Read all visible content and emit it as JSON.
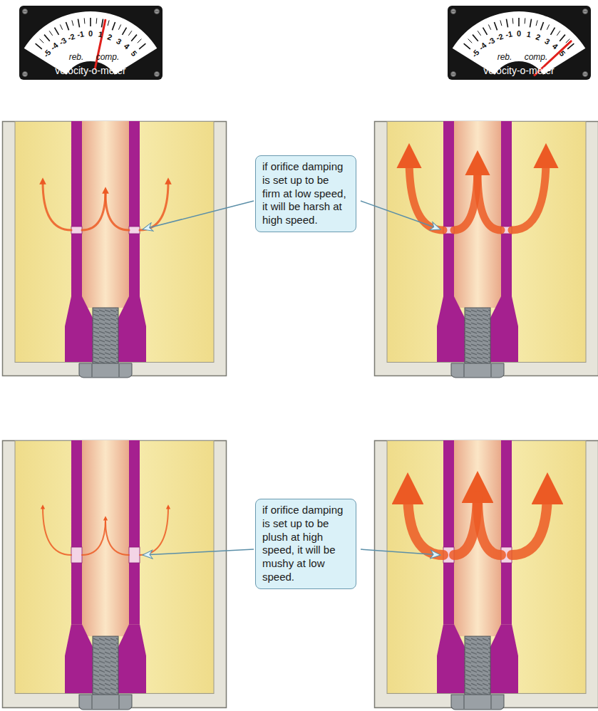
{
  "diagram": {
    "nodes": [
      {
        "text": [
          "reb.",
          "comp.",
          "velocity-o-meter"
        ]
      },
      {
        "text": [
          "reb.",
          "comp.",
          "velocity-o-meter"
        ]
      },
      {
        "text": [
          "if orifice damping is set up to be firm at low speed, it will be harsh at high speed."
        ]
      },
      {
        "text": [
          "if orifice damping is set up to be plush at high speed, it will be mushy at low speed."
        ]
      }
    ],
    "labels": [
      "-5",
      "-4",
      "-3",
      "-2",
      "-1",
      "0",
      "1",
      "2",
      "3",
      "4",
      "5",
      "-5",
      "-4",
      "-3",
      "-2",
      "-1",
      "0",
      "1",
      "2",
      "3",
      "4",
      "5"
    ]
  }
}
